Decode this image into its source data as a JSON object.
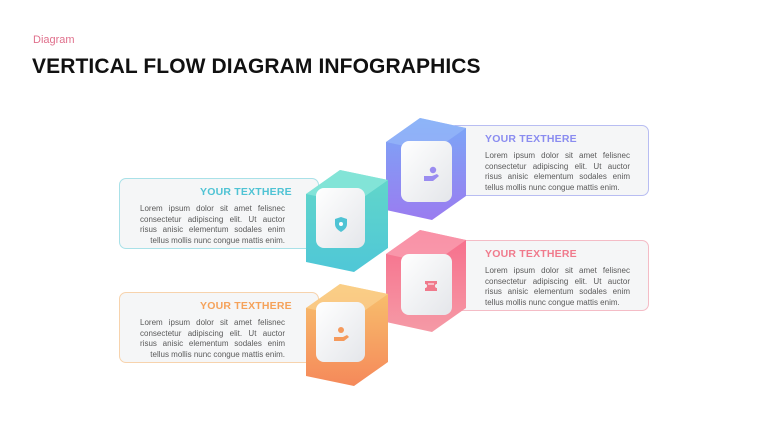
{
  "header": {
    "eyebrow": "Diagram",
    "title": "VERTICAL FLOW DIAGRAM INFOGRAPHICS"
  },
  "steps": [
    {
      "title": "YOUR TEXTHERE",
      "body": "Lorem ipsum dolor sit amet felisnec consectetur adipiscing elit. Ut auctor risus anisic elementum sodales enim tellus mollis nunc congue mattis enim.",
      "color": "#8a8cf0",
      "icon": "hand-holding-icon"
    },
    {
      "title": "YOUR TEXTHERE",
      "body": "Lorem ipsum dolor sit amet felisnec consectetur adipiscing elit. Ut auctor risus anisic elementum sodales enim tellus mollis nunc congue mattis enim.",
      "color": "#4fc3d4",
      "icon": "shield-icon"
    },
    {
      "title": "YOUR TEXTHERE",
      "body": "Lorem ipsum dolor sit amet felisnec consectetur adipiscing elit. Ut auctor risus anisic elementum sodales enim tellus mollis nunc congue mattis enim.",
      "color": "#f07a8c",
      "icon": "ticket-icon"
    },
    {
      "title": "YOUR TEXTHERE",
      "body": "Lorem ipsum dolor sit amet felisnec consectetur adipiscing elit. Ut auctor risus anisic elementum sodales enim tellus mollis nunc congue mattis enim.",
      "color": "#f5a25a",
      "icon": "person-hand-icon"
    }
  ]
}
